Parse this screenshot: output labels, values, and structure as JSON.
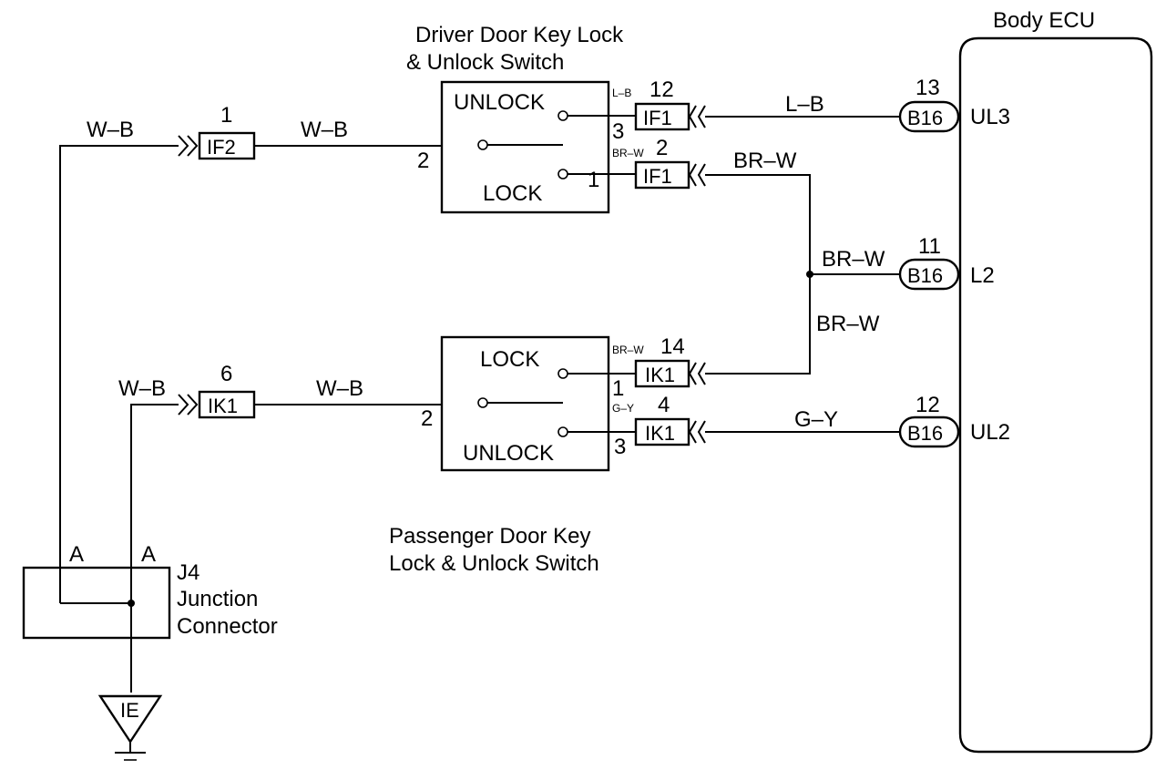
{
  "diagram": {
    "type": "wiring-diagram",
    "components": {
      "driver_switch": {
        "title_line1": "Driver Door Key Lock",
        "title_line2": "& Unlock Switch",
        "unlock_label": "UNLOCK",
        "lock_label": "LOCK",
        "common_pin": "2",
        "unlock_pin": "3",
        "lock_pin": "1"
      },
      "passenger_switch": {
        "title_line1": "Passenger Door Key",
        "title_line2": "Lock & Unlock Switch",
        "lock_label": "LOCK",
        "unlock_label": "UNLOCK",
        "common_pin": "2",
        "lock_pin": "1",
        "unlock_pin": "3"
      },
      "body_ecu": {
        "title": "Body ECU",
        "terminals": [
          {
            "name": "UL3",
            "connector": "B16",
            "pin": "13"
          },
          {
            "name": "L2",
            "connector": "B16",
            "pin": "11"
          },
          {
            "name": "UL2",
            "connector": "B16",
            "pin": "12"
          }
        ]
      },
      "junction": {
        "id": "J4",
        "label_line1": "Junction",
        "label_line2": "Connector",
        "pin_left": "A",
        "pin_right": "A"
      },
      "ground": {
        "label": "IE"
      }
    },
    "connectors": {
      "if2": {
        "name": "IF2",
        "pin": "1"
      },
      "ik1_common": {
        "name": "IK1",
        "pin": "6"
      },
      "if1_unlock": {
        "name": "IF1",
        "pin": "12",
        "wire_tag": "L–B"
      },
      "if1_lock": {
        "name": "IF1",
        "pin": "2",
        "wire_tag": "BR–W"
      },
      "ik1_lock": {
        "name": "IK1",
        "pin": "14",
        "wire_tag": "BR–W"
      },
      "ik1_unlock": {
        "name": "IK1",
        "pin": "4",
        "wire_tag": "G–Y"
      }
    },
    "wires": {
      "driver_ground_in": "W–B",
      "driver_ground_out": "W–B",
      "pass_ground_in": "W–B",
      "pass_ground_out": "W–B",
      "ul3": "L–B",
      "lock_top": "BR–W",
      "l2": "BR–W",
      "lock_vertical": "BR–W",
      "ul2": "G–Y"
    }
  }
}
